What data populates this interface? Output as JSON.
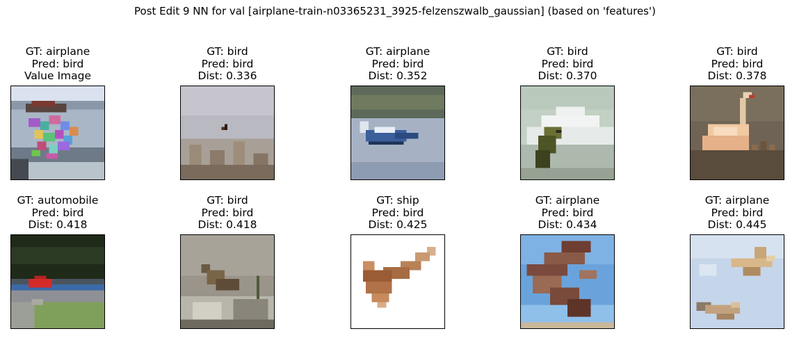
{
  "figure": {
    "title": "Post Edit 9 NN for val [airplane-train-n03365231_3925-felzenszwalb_gaussian] (based on 'features')"
  },
  "panels": [
    {
      "gt": "GT: airplane",
      "pred": "Pred: bird",
      "extra": "Value Image",
      "icon": "noisy-airplane-value-image"
    },
    {
      "gt": "GT: bird",
      "pred": "Pred: bird",
      "extra": "Dist: 0.336",
      "icon": "bird-over-reeds-image"
    },
    {
      "gt": "GT: airplane",
      "pred": "Pred: bird",
      "extra": "Dist: 0.352",
      "icon": "seaplane-on-water-image"
    },
    {
      "gt": "GT: bird",
      "pred": "Pred: bird",
      "extra": "Dist: 0.370",
      "icon": "parrot-mountain-image"
    },
    {
      "gt": "GT: bird",
      "pred": "Pred: bird",
      "extra": "Dist: 0.378",
      "icon": "swan-on-water-image"
    },
    {
      "gt": "GT: automobile",
      "pred": "Pred: bird",
      "extra": "Dist: 0.418",
      "icon": "red-car-on-track-image"
    },
    {
      "gt": "GT: bird",
      "pred": "Pred: bird",
      "extra": "Dist: 0.418",
      "icon": "bird-on-rocks-image"
    },
    {
      "gt": "GT: ship",
      "pred": "Pred: bird",
      "extra": "Dist: 0.425",
      "icon": "canoe-image"
    },
    {
      "gt": "GT: airplane",
      "pred": "Pred: bird",
      "extra": "Dist: 0.434",
      "icon": "airplane-closeup-sky-image"
    },
    {
      "gt": "GT: airplane",
      "pred": "Pred: bird",
      "extra": "Dist: 0.445",
      "icon": "two-jets-sky-image"
    }
  ]
}
